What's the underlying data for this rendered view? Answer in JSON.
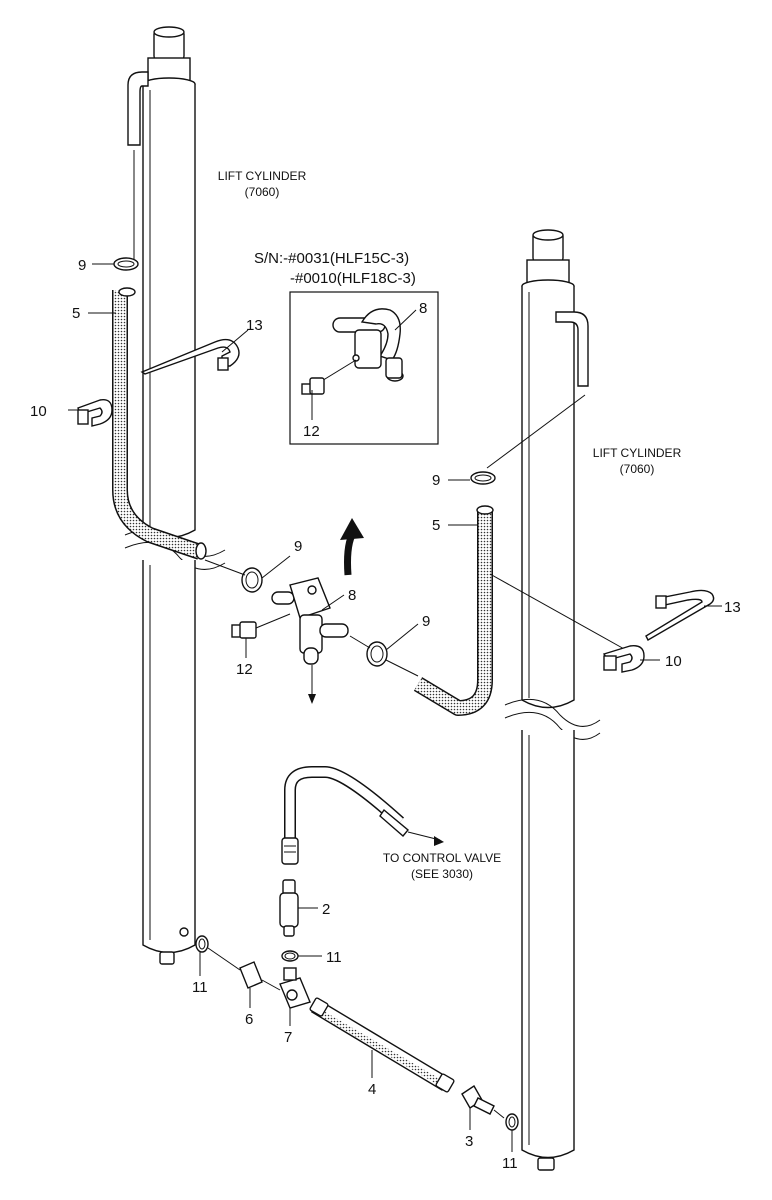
{
  "notes": {
    "lift_cylinder_left": [
      "LIFT CYLINDER",
      "(7060)"
    ],
    "lift_cylinder_right": [
      "LIFT CYLINDER",
      "(7060)"
    ],
    "serial": [
      "S/N:-#0031(HLF15C-3)",
      "-#0010(HLF18C-3)"
    ],
    "to_control_valve": [
      "TO CONTROL VALVE",
      "(SEE 3030)"
    ]
  },
  "callouts": {
    "c9_top": "9",
    "c5_left": "5",
    "c13_left": "13",
    "c10_left": "10",
    "c8_inset": "8",
    "c12_inset": "12",
    "c9_mid_left": "9",
    "c8_mid": "8",
    "c12_mid": "12",
    "c9_mid_right": "9",
    "c9_right": "9",
    "c5_right": "5",
    "c13_right": "13",
    "c10_right": "10",
    "c2": "2",
    "c11_center": "11",
    "c11_left": "11",
    "c6": "6",
    "c7": "7",
    "c4": "4",
    "c3": "3",
    "c11_right": "11"
  },
  "colors": {
    "line": "#111111",
    "hose_fill": "#c8c8c8"
  }
}
